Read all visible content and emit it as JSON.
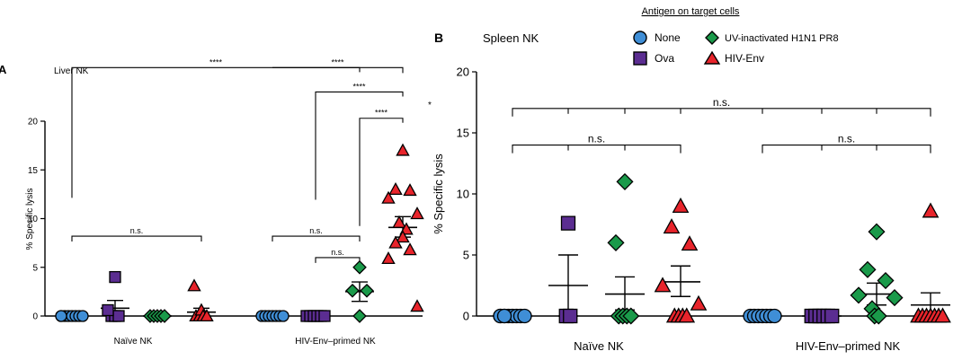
{
  "legend": {
    "title": "Antigen on target cells",
    "entries": [
      {
        "name": "None",
        "shape": "circle",
        "color": "#3f8ed6"
      },
      {
        "name": "Ova",
        "shape": "square",
        "color": "#5b2d91"
      },
      {
        "name": "UV-inactivated H1N1 PR8",
        "shape": "diamond",
        "color": "#1a9a4a"
      },
      {
        "name": "HIV-Env",
        "shape": "triangle",
        "color": "#e8242b"
      }
    ]
  },
  "chart_data": [
    {
      "type": "scatter",
      "panel_label": "A",
      "title": "Liver NK",
      "ylabel": "% Specific lysis",
      "xlabel": "",
      "ylim": [
        0,
        20
      ],
      "yticks": [
        0,
        5,
        10,
        15,
        20
      ],
      "groups": [
        "Naïve NK",
        "HIV-Env–primed NK"
      ],
      "series": [
        {
          "name": "None",
          "group": "Naïve NK",
          "points": [
            0,
            0,
            0,
            0,
            0,
            0,
            0,
            0
          ],
          "mean": 0,
          "sem_upper": 0,
          "sem_lower": 0
        },
        {
          "name": "Ova",
          "group": "Naïve NK",
          "points": [
            0,
            0,
            0,
            4,
            0.6
          ],
          "mean": 0.8,
          "sem_upper": 1.6,
          "sem_lower": 0.5
        },
        {
          "name": "UV-inactivated H1N1 PR8",
          "group": "Naïve NK",
          "points": [
            0,
            0,
            0,
            0,
            0
          ],
          "mean": 0,
          "sem_upper": 0,
          "sem_lower": 0
        },
        {
          "name": "HIV-Env",
          "group": "Naïve NK",
          "points": [
            0,
            0,
            0.6,
            3.1,
            0,
            0
          ],
          "mean": 0.4,
          "sem_upper": 0.8,
          "sem_lower": 0.1
        },
        {
          "name": "None",
          "group": "HIV-Env–primed NK",
          "points": [
            0,
            0,
            0,
            0,
            0,
            0,
            0
          ],
          "mean": 0,
          "sem_upper": 0,
          "sem_lower": 0
        },
        {
          "name": "Ova",
          "group": "HIV-Env–primed NK",
          "points": [
            0,
            0,
            0,
            0,
            0,
            0
          ],
          "mean": 0,
          "sem_upper": 0,
          "sem_lower": 0
        },
        {
          "name": "UV-inactivated H1N1 PR8",
          "group": "HIV-Env–primed NK",
          "points": [
            5,
            2.6,
            2.6,
            0
          ],
          "mean": 2.5,
          "sem_upper": 3.5,
          "sem_lower": 1.5
        },
        {
          "name": "HIV-Env",
          "group": "HIV-Env–primed NK",
          "points": [
            17,
            13,
            12.9,
            12.1,
            10.5,
            9.6,
            8.9,
            8.1,
            7.5,
            6.8,
            5.9,
            1
          ],
          "mean": 9.1,
          "sem_upper": 10.2,
          "sem_lower": 8.1
        }
      ],
      "annotations": [
        {
          "text": "****",
          "from": 0,
          "to": 6,
          "y": 25.5
        },
        {
          "text": "****",
          "from": 4,
          "to": 7,
          "y": 25.5
        },
        {
          "text": "****",
          "from": 5,
          "to": 7,
          "y": 23
        },
        {
          "text": "****",
          "from": 6,
          "to": 7,
          "y": 20.3
        },
        {
          "text": "n.s.",
          "from": 0,
          "to": 3,
          "y": 8.2
        },
        {
          "text": "n.s.",
          "from": 4,
          "to": 6,
          "y": 8.2
        },
        {
          "text": "n.s.",
          "from": 5,
          "to": 6,
          "y": 6
        }
      ],
      "side_mark": "*"
    },
    {
      "type": "scatter",
      "panel_label": "B",
      "title": "Spleen NK",
      "ylabel": "% Specific lysis",
      "xlabel": "",
      "ylim": [
        0,
        20
      ],
      "yticks": [
        0,
        5,
        10,
        15,
        20
      ],
      "groups": [
        "Naïve NK",
        "HIV-Env–primed NK"
      ],
      "series": [
        {
          "name": "None",
          "group": "Naïve NK",
          "points": [
            0,
            0,
            0,
            0,
            0,
            0,
            0,
            0,
            0
          ],
          "mean": 0,
          "sem_upper": 0,
          "sem_lower": 0
        },
        {
          "name": "Ova",
          "group": "Naïve NK",
          "points": [
            7.6,
            0,
            0
          ],
          "mean": 2.5,
          "sem_upper": 5,
          "sem_lower": 0
        },
        {
          "name": "UV-inactivated H1N1 PR8",
          "group": "Naïve NK",
          "points": [
            11,
            6,
            0,
            0,
            0,
            0
          ],
          "mean": 1.8,
          "sem_upper": 3.2,
          "sem_lower": 0.5
        },
        {
          "name": "HIV-Env",
          "group": "Naïve NK",
          "points": [
            9,
            7.3,
            5.9,
            2.5,
            1,
            0,
            0,
            0,
            0
          ],
          "mean": 2.8,
          "sem_upper": 4.1,
          "sem_lower": 1.6
        },
        {
          "name": "None",
          "group": "HIV-Env–primed NK",
          "points": [
            0,
            0,
            0,
            0,
            0,
            0,
            0
          ],
          "mean": 0,
          "sem_upper": 0,
          "sem_lower": 0
        },
        {
          "name": "Ova",
          "group": "HIV-Env–primed NK",
          "points": [
            0,
            0,
            0,
            0,
            0,
            0
          ],
          "mean": 0,
          "sem_upper": 0,
          "sem_lower": 0
        },
        {
          "name": "UV-inactivated H1N1 PR8",
          "group": "HIV-Env–primed NK",
          "points": [
            6.9,
            3.8,
            2.9,
            1.7,
            1.5,
            0.6,
            0,
            0
          ],
          "mean": 1.8,
          "sem_upper": 2.7,
          "sem_lower": 0.9
        },
        {
          "name": "HIV-Env",
          "group": "HIV-Env–primed NK",
          "points": [
            8.6,
            0,
            0,
            0,
            0,
            0,
            0,
            0
          ],
          "mean": 0.9,
          "sem_upper": 1.9,
          "sem_lower": 0
        },
        {
          "name": "",
          "group": "",
          "points": [],
          "mean": 0,
          "sem_upper": 0,
          "sem_lower": 0
        }
      ],
      "annotations": [
        {
          "text": "n.s.",
          "from": 0,
          "to": 7,
          "y": 17
        },
        {
          "text": "n.s.",
          "from": 0,
          "to": 3,
          "y": 14
        },
        {
          "text": "n.s.",
          "from": 4,
          "to": 7,
          "y": 14
        }
      ]
    }
  ]
}
